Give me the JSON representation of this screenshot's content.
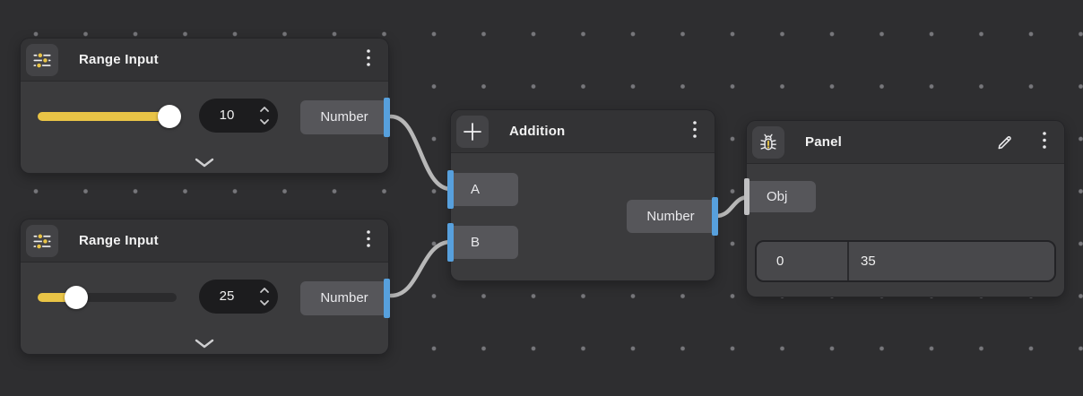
{
  "colors": {
    "background": "#2e2e30",
    "grid_dot": "#77777b",
    "node_body": "#3b3b3d",
    "node_header": "#333335",
    "socket_gray": "#56565a",
    "port_blue": "#57a0dd",
    "port_gray": "#c0c0c2",
    "accent_yellow": "#e9c446",
    "wire_gray": "#b8b8b8",
    "stepper_bg": "#1c1c1e",
    "slider_thumb": "#ffffff"
  },
  "icons": {
    "range_input_header": "sliders-icon",
    "addition_header": "plus-icon",
    "panel_header": "bug-icon",
    "panel_edit": "pencil-icon",
    "node_menu": "kebab-menu-icon",
    "stepper_up": "chevron-up-icon",
    "stepper_down": "chevron-down-icon",
    "node_collapse": "chevron-down-icon"
  },
  "nodes": {
    "range_input_1": {
      "title": "Range Input",
      "value": "10",
      "output_label": "Number",
      "slider_percent": 95
    },
    "range_input_2": {
      "title": "Range Input",
      "value": "25",
      "output_label": "Number",
      "slider_percent": 28
    },
    "addition": {
      "title": "Addition",
      "inputs": [
        "A",
        "B"
      ],
      "output_label": "Number"
    },
    "panel": {
      "title": "Panel",
      "input_label": "Obj",
      "cells": [
        "0",
        "35"
      ]
    }
  }
}
